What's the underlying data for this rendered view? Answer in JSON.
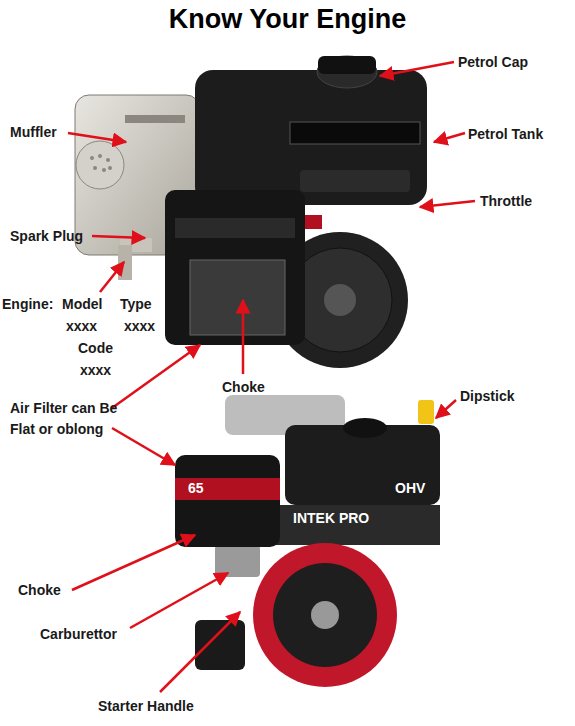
{
  "diagram": {
    "title": "Know Your Engine",
    "labels": [
      "Petrol Cap",
      "Muffler",
      "Petrol Tank",
      "Throttle",
      "Spark Plug",
      "Engine:",
      "Model",
      "Type",
      "xxxx",
      "xxxx",
      "Code",
      "xxxx",
      "Choke",
      "Air Filter can Be Flat or oblong",
      "Dipstick",
      "Choke",
      "Carburettor",
      "Starter Handle",
      "65",
      "INTEK PRO",
      "OHV"
    ]
  }
}
